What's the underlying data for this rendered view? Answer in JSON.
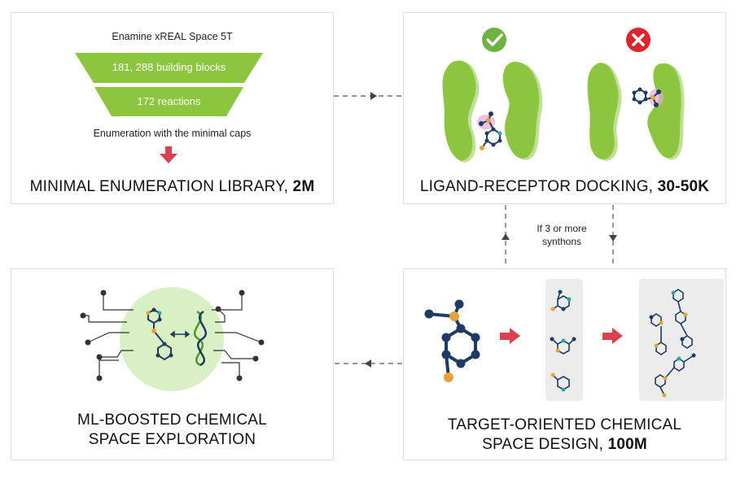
{
  "minimal_enumeration": {
    "source": "Enamine xREAL Space 5T",
    "building_blocks": "181, 288 building blocks",
    "reactions": "172 reactions",
    "step_caption": "Enumeration with the minimal caps",
    "title_prefix": "MINIMAL ENUMERATION LIBRARY, ",
    "title_bold": "2M",
    "colors": {
      "funnel": "#8cc63f",
      "arrow": "#d9414f"
    }
  },
  "docking": {
    "title_prefix": "LIGAND-RECEPTOR DOCKING, ",
    "title_bold": "30-50K",
    "icons": [
      "check-icon",
      "cross-icon"
    ],
    "colors": {
      "receptor": "#8cc63f",
      "check": "#6db33f",
      "cross": "#e0242b"
    }
  },
  "connector_note": {
    "line1": "If 3 or more",
    "line2": "synthons"
  },
  "target_oriented": {
    "title_line1": "TARGET-ORIENTED CHEMICAL",
    "title_line2_prefix": "SPACE DESIGN, ",
    "title_line2_bold": "100M"
  },
  "ml_boosted": {
    "title_line1": "ML-BOOSTED CHEMICAL",
    "title_line2": "SPACE EXPLORATION"
  }
}
